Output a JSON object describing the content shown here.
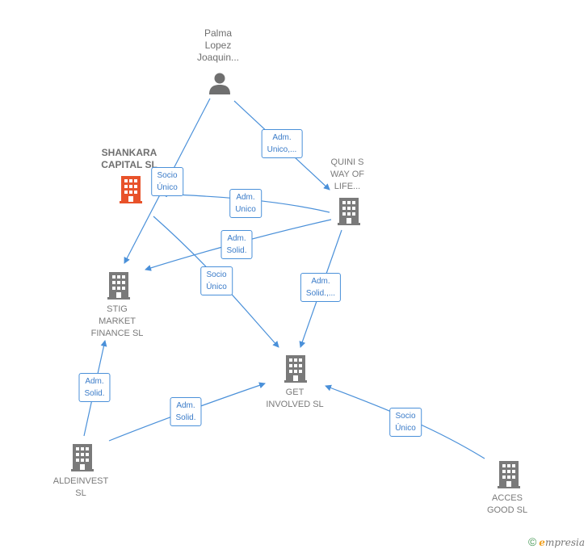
{
  "nodes": {
    "palma": {
      "label": "Palma\nLopez\nJoaquin...",
      "icon": "person-icon"
    },
    "shankara": {
      "label": "SHANKARA\nCAPITAL SL",
      "icon": "building-icon",
      "color": "#e8522a"
    },
    "quini": {
      "label": "QUINI S\nWAY OF\nLIFE...",
      "icon": "building-icon"
    },
    "stig": {
      "label": "STIG\nMARKET\nFINANCE SL",
      "icon": "building-icon"
    },
    "get": {
      "label": "GET\nINVOLVED SL",
      "icon": "building-icon"
    },
    "aldeinvest": {
      "label": "ALDEINVEST\nSL",
      "icon": "building-icon"
    },
    "acces": {
      "label": "ACCES\nGOOD SL",
      "icon": "building-icon"
    }
  },
  "edges": {
    "palma_quini": "Adm.\nUnico,...",
    "palma_stig": "Socio\nÚnico",
    "quini_shankara": "Adm.\nUnico",
    "quini_stig": "Adm.\nSolid.",
    "quini_get": "Adm.\nSolid.,...",
    "shankara_get": "Socio\nÚnico",
    "aldeinvest_stig": "Adm.\nSolid.",
    "aldeinvest_get": "Adm.\nSolid.",
    "acces_get": "Socio\nÚnico"
  },
  "colors": {
    "edge": "#4a90d9",
    "building": "#7a7a7a",
    "focus_building": "#e8522a"
  },
  "brand": {
    "copyright": "©",
    "e": "e",
    "rest": "mpresia"
  }
}
